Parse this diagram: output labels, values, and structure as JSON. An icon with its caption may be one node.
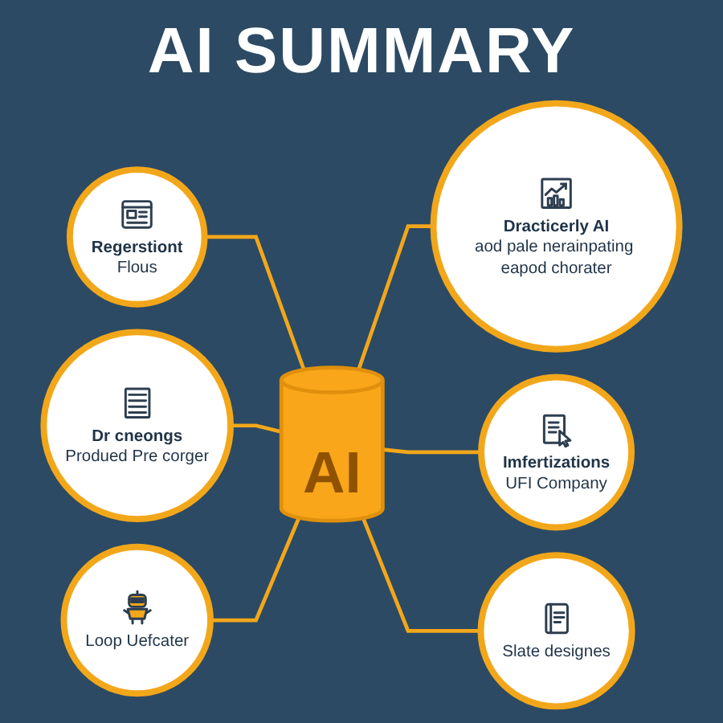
{
  "diagram": {
    "title": "AI SUMMARY",
    "nodes": [
      {
        "text": [
          "Regerstiont",
          "Flous"
        ]
      },
      {
        "text": [
          "Dracticerly AI",
          "aod pale nerainpating eapod chorater"
        ]
      },
      {
        "text": [
          "AI"
        ]
      },
      {
        "text": [
          "Dr cneongs",
          "Produed Pre corger"
        ]
      },
      {
        "text": [
          "Imfertizations",
          "UFI Company"
        ]
      },
      {
        "text": [
          "Loop Uefcater"
        ]
      },
      {
        "text": [
          "Slate designes"
        ]
      }
    ],
    "edges": [
      {
        "from": 0,
        "to": 2,
        "arrow": "none"
      },
      {
        "from": 2,
        "to": 1,
        "arrow": "none"
      },
      {
        "from": 3,
        "to": 2,
        "arrow": "none"
      },
      {
        "from": 2,
        "to": 4,
        "arrow": "none"
      },
      {
        "from": 5,
        "to": 2,
        "arrow": "none"
      },
      {
        "from": 2,
        "to": 6,
        "arrow": "none"
      }
    ]
  }
}
